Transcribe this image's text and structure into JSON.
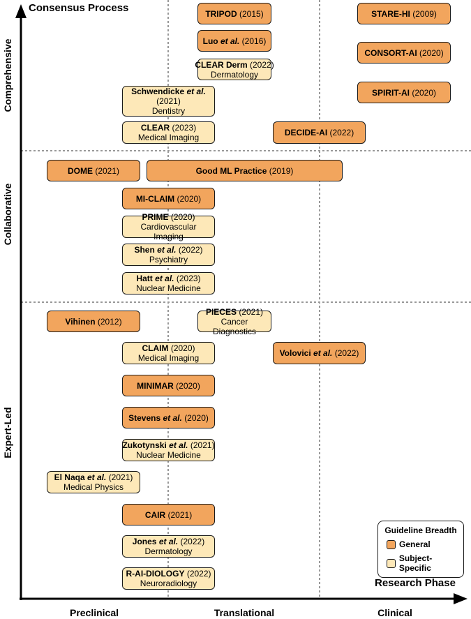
{
  "diagram": {
    "title": "Consensus Process",
    "x_axis_title": "Research Phase",
    "y_levels": [
      "Comprehensive",
      "Collaborative",
      "Expert-Led"
    ],
    "x_phases": [
      "Preclinical",
      "Translational",
      "Clinical"
    ],
    "legend": {
      "title": "Guideline Breadth",
      "items": [
        {
          "label": "General",
          "color": "#f2a55d"
        },
        {
          "label": "Subject-Specific",
          "color": "#fde8b8"
        }
      ]
    },
    "guidelines": [
      {
        "bold": "TRIPOD",
        "italic": "",
        "year": "(2015)",
        "sub": "",
        "type": "general"
      },
      {
        "bold": "Luo",
        "italic": "et al.",
        "year": "(2016)",
        "sub": "",
        "type": "general"
      },
      {
        "bold": "CLEAR Derm",
        "italic": "",
        "year": "(2022)",
        "sub": "Dermatology",
        "type": "subject"
      },
      {
        "bold": "STARE-HI",
        "italic": "",
        "year": "(2009)",
        "sub": "",
        "type": "general"
      },
      {
        "bold": "CONSORT-AI",
        "italic": "",
        "year": "(2020)",
        "sub": "",
        "type": "general"
      },
      {
        "bold": "SPIRIT-AI",
        "italic": "",
        "year": "(2020)",
        "sub": "",
        "type": "general"
      },
      {
        "bold": "Schwendicke",
        "italic": "et al.",
        "year": "(2021)",
        "sub": "Dentistry",
        "type": "subject"
      },
      {
        "bold": "CLEAR",
        "italic": "",
        "year": "(2023)",
        "sub": "Medical Imaging",
        "type": "subject"
      },
      {
        "bold": "DECIDE-AI",
        "italic": "",
        "year": "(2022)",
        "sub": "",
        "type": "general"
      },
      {
        "bold": "DOME",
        "italic": "",
        "year": "(2021)",
        "sub": "",
        "type": "general"
      },
      {
        "bold": "Good ML Practice",
        "italic": "",
        "year": "(2019)",
        "sub": "",
        "type": "general"
      },
      {
        "bold": "MI-CLAIM",
        "italic": "",
        "year": "(2020)",
        "sub": "",
        "type": "general"
      },
      {
        "bold": "PRIME",
        "italic": "",
        "year": "(2020)",
        "sub": "Cardiovascular Imaging",
        "type": "subject"
      },
      {
        "bold": "Shen",
        "italic": "et al.",
        "year": "(2022)",
        "sub": "Psychiatry",
        "type": "subject"
      },
      {
        "bold": "Hatt",
        "italic": "et al.",
        "year": "(2023)",
        "sub": "Nuclear Medicine",
        "type": "subject"
      },
      {
        "bold": "Vihinen",
        "italic": "",
        "year": "(2012)",
        "sub": "",
        "type": "general"
      },
      {
        "bold": "PIECES",
        "italic": "",
        "year": "(2021)",
        "sub": "Cancer Diagnostics",
        "type": "subject"
      },
      {
        "bold": "CLAIM",
        "italic": "",
        "year": "(2020)",
        "sub": "Medical Imaging",
        "type": "subject"
      },
      {
        "bold": "Volovici",
        "italic": "et al.",
        "year": "(2022)",
        "sub": "",
        "type": "general"
      },
      {
        "bold": "MINIMAR",
        "italic": "",
        "year": "(2020)",
        "sub": "",
        "type": "general"
      },
      {
        "bold": "Stevens",
        "italic": "et al.",
        "year": "(2020)",
        "sub": "",
        "type": "general"
      },
      {
        "bold": "Zukotynski",
        "italic": "et al.",
        "year": "(2021)",
        "sub": "Nuclear Medicine",
        "type": "subject"
      },
      {
        "bold": "El Naqa",
        "italic": "et al.",
        "year": "(2021)",
        "sub": "Medical Physics",
        "type": "subject"
      },
      {
        "bold": "CAIR",
        "italic": "",
        "year": "(2021)",
        "sub": "",
        "type": "general"
      },
      {
        "bold": "Jones",
        "italic": "et al.",
        "year": "(2022)",
        "sub": "Dermatology",
        "type": "subject"
      },
      {
        "bold": "R-AI-DIOLOGY",
        "italic": "",
        "year": "(2022)",
        "sub": "Neuroradiology",
        "type": "subject"
      }
    ]
  }
}
